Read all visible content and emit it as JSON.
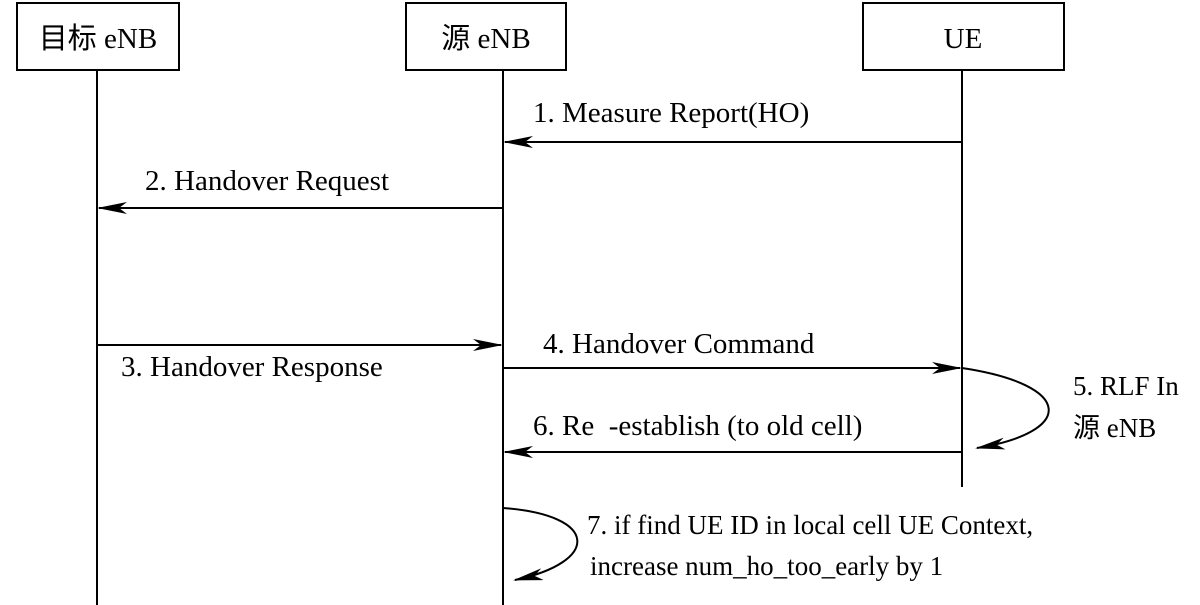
{
  "participants": [
    {
      "id": "target",
      "label": "目标 eNB"
    },
    {
      "id": "source",
      "label": "源 eNB"
    },
    {
      "id": "ue",
      "label": "UE"
    }
  ],
  "messages": [
    {
      "id": "m1",
      "label": "1. Measure Report(HO)",
      "from": "ue",
      "to": "source"
    },
    {
      "id": "m2",
      "label": "2. Handover Request",
      "from": "source",
      "to": "target"
    },
    {
      "id": "m3",
      "label": "3. Handover Response",
      "from": "target",
      "to": "source"
    },
    {
      "id": "m4",
      "label": "4. Handover Command",
      "from": "source",
      "to": "ue"
    },
    {
      "id": "m6",
      "label": "6. Re  -establish (to old cell)",
      "from": "ue",
      "to": "source"
    }
  ],
  "self_notes": [
    {
      "id": "n5",
      "on": "ue",
      "lines": [
        "5. RLF In",
        "源 eNB"
      ]
    },
    {
      "id": "n7",
      "on": "source",
      "lines": [
        "7. if find UE ID in local cell UE Context,",
        "increase num_ho_too_early by 1"
      ]
    }
  ]
}
